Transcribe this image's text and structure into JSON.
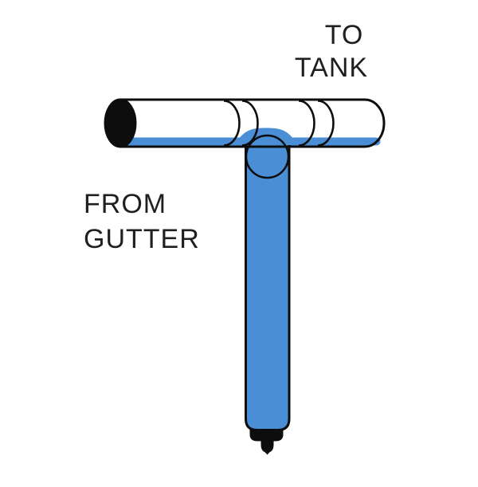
{
  "diagram": {
    "type": "plumbing-tee-diverter",
    "labels": {
      "to_tank": {
        "line1": "TO",
        "line2": "TANK"
      },
      "from_gutter": {
        "line1": "FROM",
        "line2": "GUTTER"
      }
    },
    "colors": {
      "water": "#4a8ed6",
      "outline": "#0d0d0d",
      "pipe_interior": "#ffffff",
      "open_end": "#0d0d0d",
      "text": "#1f1f1f",
      "background": "#ffffff"
    }
  }
}
